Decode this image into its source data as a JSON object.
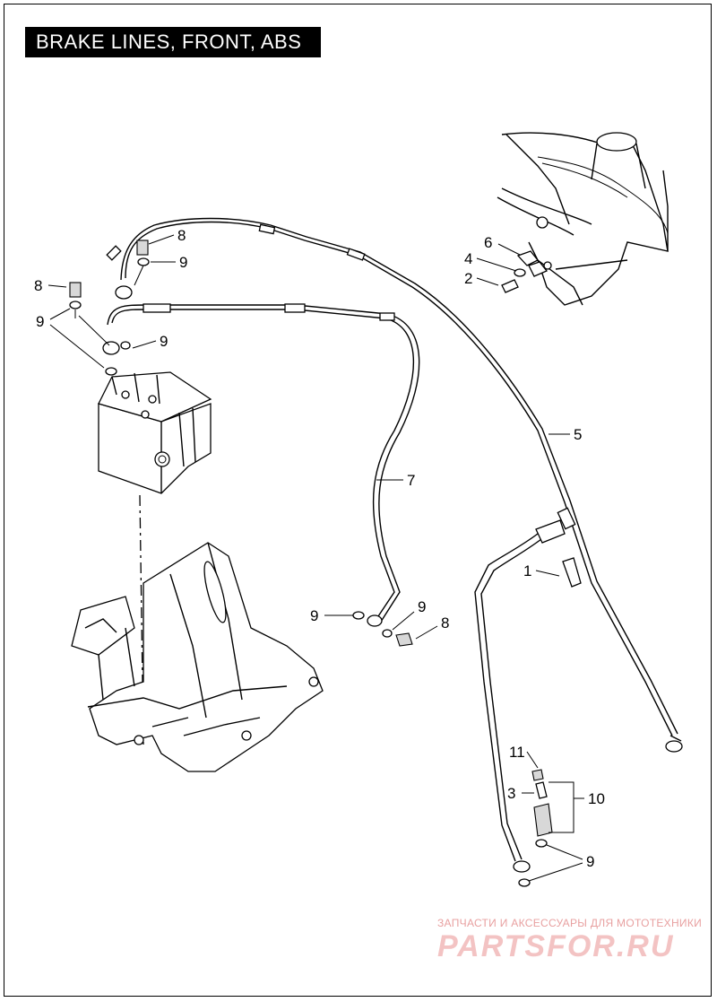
{
  "title": "BRAKE LINES, FRONT, ABS",
  "callouts": [
    {
      "id": "c8a",
      "label": "8"
    },
    {
      "id": "c9a",
      "label": "9"
    },
    {
      "id": "c8b",
      "label": "8"
    },
    {
      "id": "c9b",
      "label": "9"
    },
    {
      "id": "c9c",
      "label": "9"
    },
    {
      "id": "c6",
      "label": "6"
    },
    {
      "id": "c4",
      "label": "4"
    },
    {
      "id": "c2",
      "label": "2"
    },
    {
      "id": "c5",
      "label": "5"
    },
    {
      "id": "c7",
      "label": "7"
    },
    {
      "id": "c1",
      "label": "1"
    },
    {
      "id": "c9d",
      "label": "9"
    },
    {
      "id": "c9e",
      "label": "9"
    },
    {
      "id": "c8c",
      "label": "8"
    },
    {
      "id": "c11",
      "label": "11"
    },
    {
      "id": "c3",
      "label": "3"
    },
    {
      "id": "c10",
      "label": "10"
    },
    {
      "id": "c9f",
      "label": "9"
    }
  ],
  "watermark": {
    "tagline": "ЗАПЧАСТИ И АКСЕССУАРЫ ДЛЯ МОТОТЕХНИКИ",
    "logo": "PARTSFOR.RU"
  }
}
